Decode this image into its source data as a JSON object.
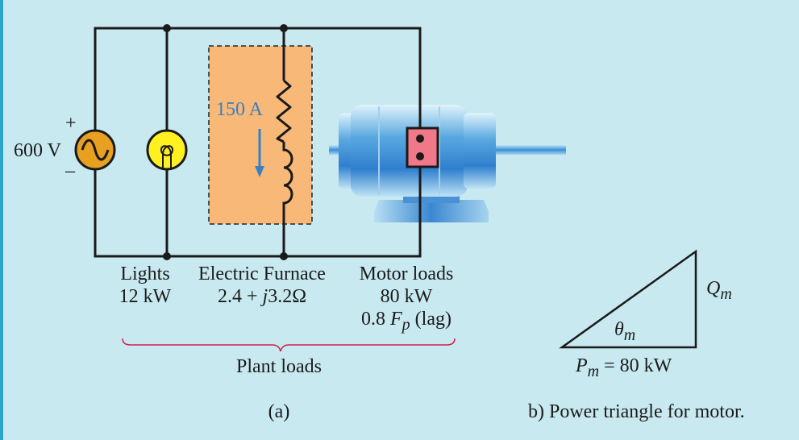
{
  "source": {
    "plus": "+",
    "minus": "–",
    "voltage": "600 V"
  },
  "furnace_current": "150 A",
  "loads": {
    "lights": {
      "name": "Lights",
      "power": "12 kW"
    },
    "furnace": {
      "name": "Electric Furnace",
      "impedance_prefix": "2.4 + ",
      "impedance_j": "j",
      "impedance_suffix": "3.2Ω"
    },
    "motor": {
      "name": "Motor loads",
      "power": "80 kW",
      "pf_prefix": "0.8 ",
      "pf_symbol": "F",
      "pf_sub": "p",
      "pf_suffix": " (lag)"
    }
  },
  "brace_label": "Plant loads",
  "caption_a": "(a)",
  "triangle": {
    "q_symbol": "Q",
    "q_sub": "m",
    "theta_symbol": "θ",
    "theta_sub": "m",
    "p_symbol": "P",
    "p_sub": "m",
    "p_value": " = 80 kW"
  },
  "caption_b": "b) Power triangle for motor.",
  "colors": {
    "background": "#c8e9f0",
    "wire": "#1a1a1a",
    "furnace_fill": "#f8b878",
    "source_fill": "#e8a020",
    "lamp_fill": "#fff020",
    "terminal_fill": "#f07888",
    "arrow_blue": "#3a7fc2",
    "brace_red": "#d0204a",
    "left_edge": "#2aa6c8"
  },
  "icons": [
    "ac-source-icon",
    "lamp-icon",
    "resistor-icon",
    "inductor-icon",
    "motor-icon",
    "current-arrow-icon"
  ]
}
